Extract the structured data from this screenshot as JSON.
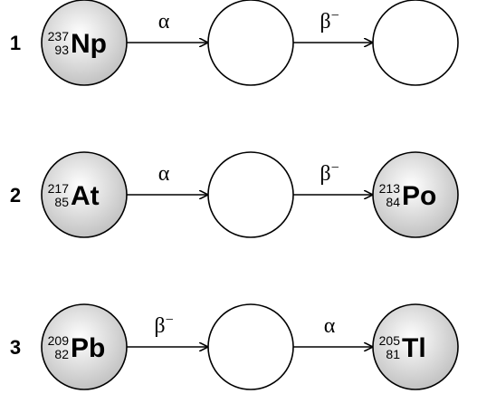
{
  "rows": [
    {
      "number": "1",
      "nodes": [
        {
          "mass": "237",
          "atomic": "93",
          "symbol": "Np"
        },
        {
          "mass": "",
          "atomic": "",
          "symbol": ""
        },
        {
          "mass": "",
          "atomic": "",
          "symbol": ""
        }
      ],
      "arrows": [
        {
          "label": "α",
          "superscript": ""
        },
        {
          "label": "β",
          "superscript": "−"
        }
      ]
    },
    {
      "number": "2",
      "nodes": [
        {
          "mass": "217",
          "atomic": "85",
          "symbol": "At"
        },
        {
          "mass": "",
          "atomic": "",
          "symbol": ""
        },
        {
          "mass": "213",
          "atomic": "84",
          "symbol": "Po"
        }
      ],
      "arrows": [
        {
          "label": "α",
          "superscript": ""
        },
        {
          "label": "β",
          "superscript": "−"
        }
      ]
    },
    {
      "number": "3",
      "nodes": [
        {
          "mass": "209",
          "atomic": "82",
          "symbol": "Pb"
        },
        {
          "mass": "",
          "atomic": "",
          "symbol": ""
        },
        {
          "mass": "205",
          "atomic": "81",
          "symbol": "Tl"
        }
      ],
      "arrows": [
        {
          "label": "β",
          "superscript": "−"
        },
        {
          "label": "α",
          "superscript": ""
        }
      ]
    }
  ],
  "colors": {
    "filled_center": "#ffffff",
    "filled_edge": "#bdbdbd",
    "stroke": "#000000"
  }
}
